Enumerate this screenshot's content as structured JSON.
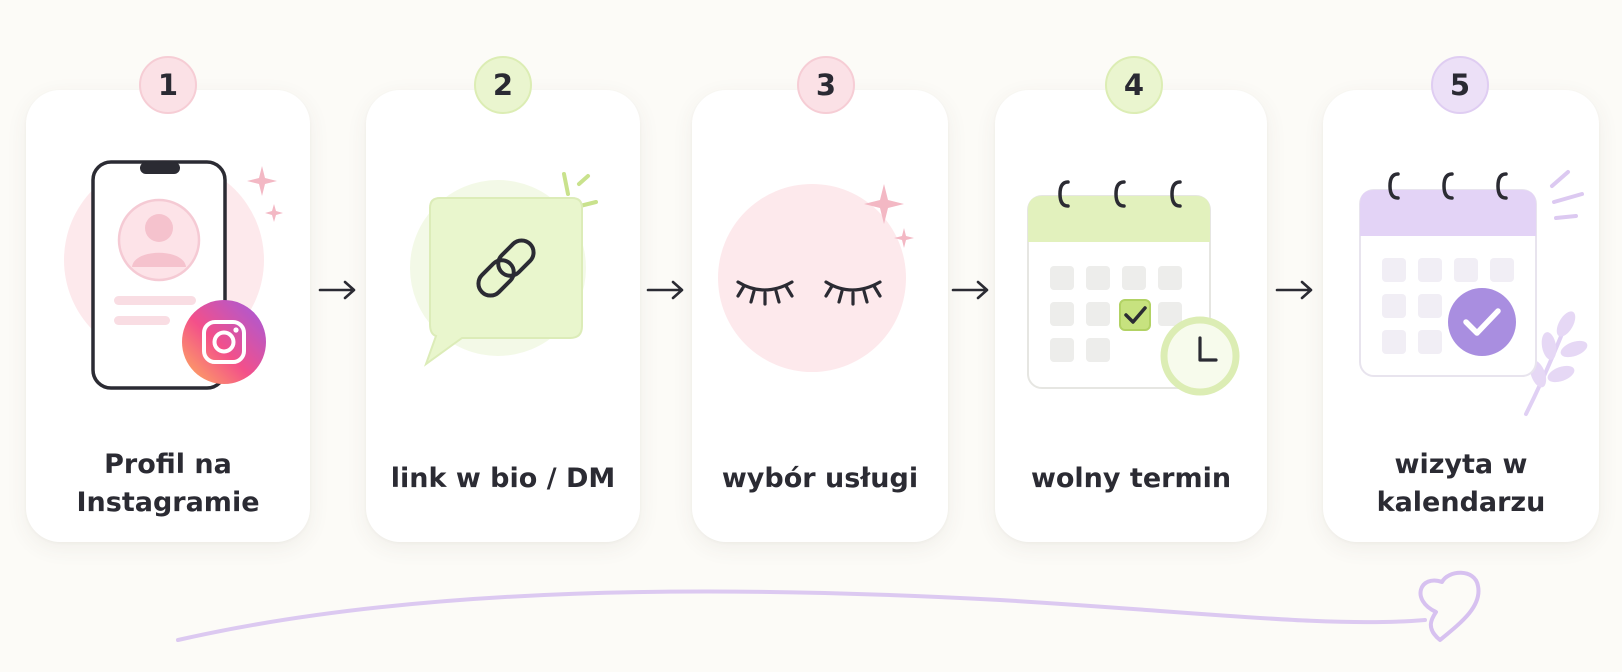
{
  "steps": [
    {
      "number": "1",
      "label_line1": "Profil na",
      "label_line2": "Instagramie",
      "accent": "#f6cdd5"
    },
    {
      "number": "2",
      "label": "link w bio / DM",
      "accent": "#dcedb4"
    },
    {
      "number": "3",
      "label": "wybór usługi",
      "accent": "#f6cdd5"
    },
    {
      "number": "4",
      "label": "wolny termin",
      "accent": "#dcedb4"
    },
    {
      "number": "5",
      "label_line1": "wizyta w",
      "label_line2": "kalendarzu",
      "accent": "#dfcdf2"
    }
  ],
  "icons": {
    "step1": "phone-profile-icon",
    "step1_badge": "instagram-icon",
    "step2": "link-chat-bubble-icon",
    "step3": "closed-eyelashes-icon",
    "step4": "calendar-clock-icon",
    "step5": "calendar-check-icon",
    "arrows": "arrow-right-icon",
    "ending": "heart-icon"
  },
  "colors": {
    "background": "#fcfbf7",
    "pink": "#fbe1e6",
    "green": "#eaf5cf",
    "lavender": "#ece0f7",
    "purple": "#a98ee0",
    "text": "#2b2b33"
  }
}
